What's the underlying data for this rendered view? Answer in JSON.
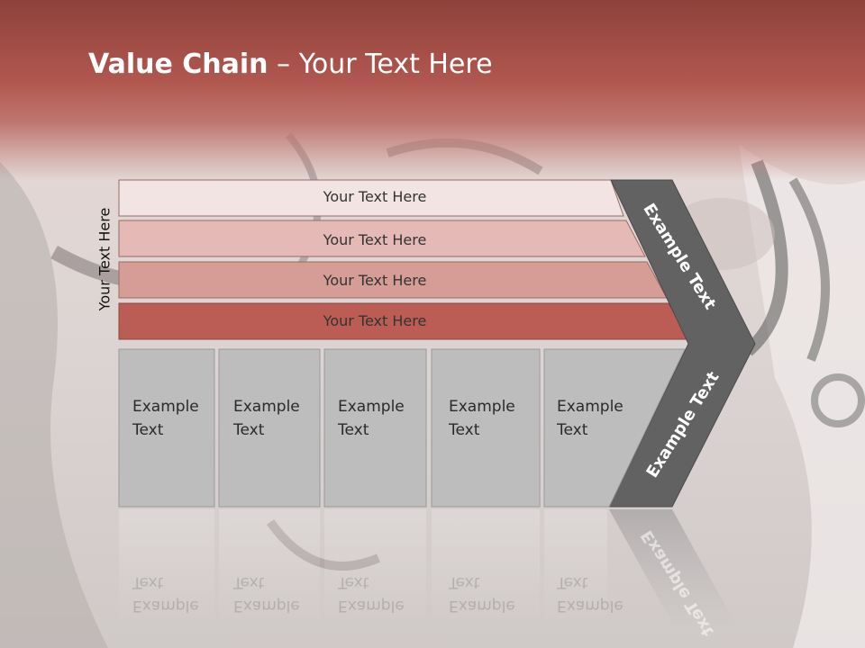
{
  "slide": {
    "title_bold": "Value Chain",
    "title_rest": " – Your Text Here",
    "side_label": "Your Text Here",
    "bars": [
      {
        "label": "Your Text Here",
        "color": "#f2e4e3"
      },
      {
        "label": "Your Text Here",
        "color": "#e5bab6"
      },
      {
        "label": "Your Text Here",
        "color": "#d69c96"
      },
      {
        "label": "Your Text Here",
        "color": "#bb5d55"
      }
    ],
    "boxes": [
      {
        "line1": "Example",
        "line2": "Text"
      },
      {
        "line1": "Example",
        "line2": "Text"
      },
      {
        "line1": "Example",
        "line2": "Text"
      },
      {
        "line1": "Example",
        "line2": "Text"
      },
      {
        "line1": "Example",
        "line2": "Text"
      }
    ],
    "chevron_top": "Example Text",
    "chevron_bottom": "Example Text",
    "colors": {
      "chevron": "#626262",
      "box": "#bdbdbd",
      "accent": "#b0574f"
    }
  }
}
